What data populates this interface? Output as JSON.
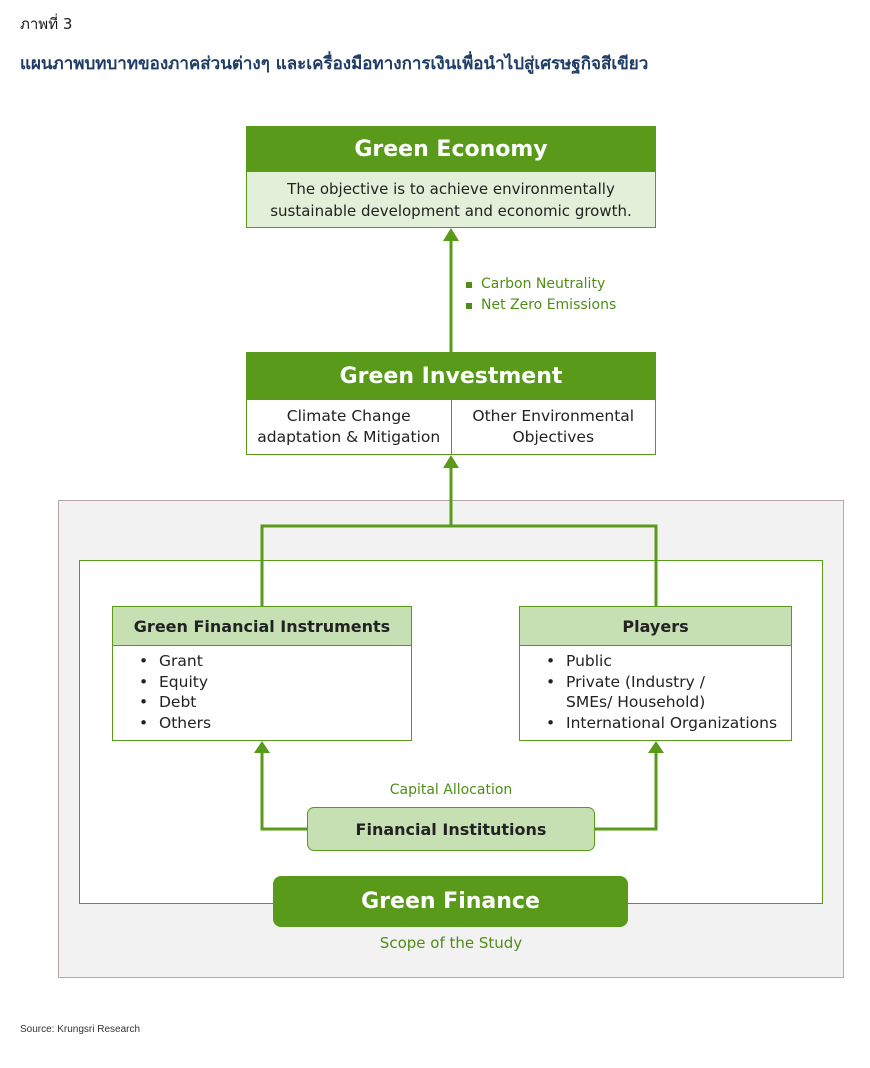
{
  "figure_label": "ภาพที่ 3",
  "figure_title": "แผนภาพบทบาทของภาคส่วนต่างๆ และเครื่องมือทางการเงินเพื่อนำไปสู่เศรษฐกิจสีเขียว",
  "green_economy": {
    "title": "Green Economy",
    "line1": "The objective is to achieve environmentally",
    "line2": "sustainable development and economic growth."
  },
  "targets": [
    "Carbon Neutrality",
    "Net Zero Emissions"
  ],
  "green_investment": {
    "title": "Green Investment",
    "left_line1": "Climate Change",
    "left_line2": "adaptation & Mitigation",
    "right_line1": "Other Environmental",
    "right_line2": "Objectives"
  },
  "instruments": {
    "title": "Green Financial Instruments",
    "items": [
      "Grant",
      "Equity",
      "Debt",
      "Others"
    ]
  },
  "players": {
    "title": "Players",
    "items": [
      "Public",
      "Private (Industry /",
      "SMEs/ Household)",
      "International Organizations"
    ]
  },
  "capital_allocation": "Capital Allocation",
  "financial_institutions": "Financial Institutions",
  "green_finance": "Green Finance",
  "scope_label": "Scope of the Study",
  "source": "Source: Krungsri Research",
  "colors": {
    "accent_green": "#5a9a1a",
    "light_green": "#c6e0b4",
    "pale_green": "#e2f0d9",
    "title_blue": "#1f3d66"
  }
}
